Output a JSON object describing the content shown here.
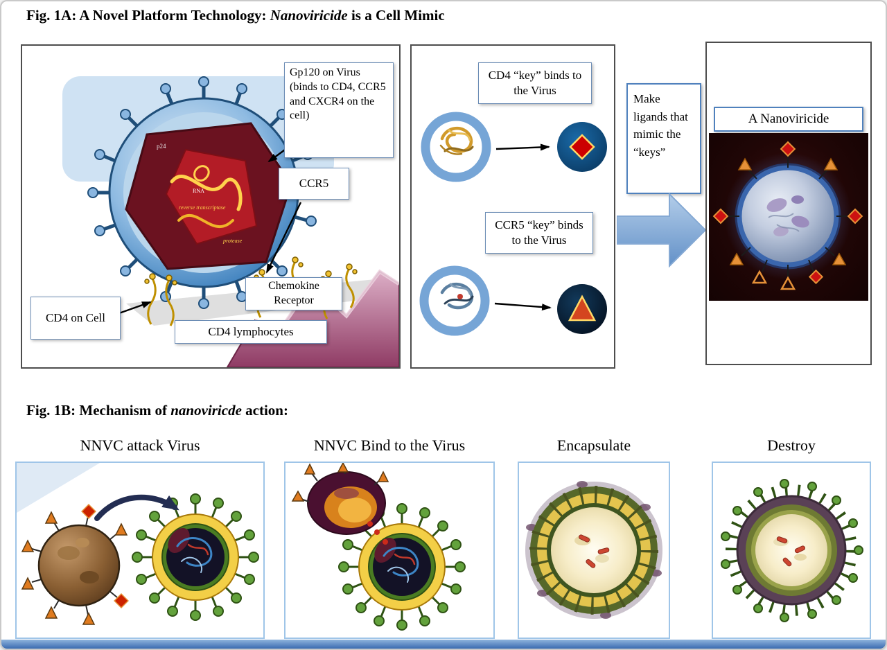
{
  "colors": {
    "label_border": "#6b8cb5",
    "panel_border": "#4d4d4d",
    "fig1b_panel_border": "#9fc5e8",
    "big_arrow_blue": "#6391c8",
    "bottom_bar_blue": "#3a6bb0"
  },
  "fig1a": {
    "title": {
      "prefix": "Fig. 1A:  A Novel Platform Technology: ",
      "italic": "Nanoviricide",
      "suffix": " is a Cell Mimic"
    },
    "virus_panel": {
      "labels": {
        "gp120": "Gp120 on Virus (binds to CD4, CCR5 and CXCR4 on the cell)",
        "ccr5": "CCR5",
        "chemokine_receptor": "Chemokine Receptor",
        "cd4_on_cell": "CD4 on Cell",
        "cd4_lymphocytes": "CD4 lymphocytes"
      },
      "micro_labels": {
        "p24": "p24",
        "rna": "RNA",
        "reverse_transcriptase": "reverse transcriptase",
        "protease": "protease"
      }
    },
    "keys_panel": {
      "cd4_key_label": "CD4 “key” binds to the Virus",
      "ccr5_key_label": "CCR5 “key” binds to the Virus"
    },
    "make_ligands_label": "Make ligands that mimic the “keys”",
    "nanoviricide_title": "A Nanoviricide"
  },
  "fig1b": {
    "title": {
      "prefix": "Fig. 1B: Mechanism of ",
      "italic": "nanoviricde",
      "suffix": " action:"
    },
    "steps": [
      {
        "label": "NNVC attack Virus"
      },
      {
        "label": "NNVC Bind to the Virus"
      },
      {
        "label": "Encapsulate"
      },
      {
        "label": "Destroy"
      }
    ]
  }
}
